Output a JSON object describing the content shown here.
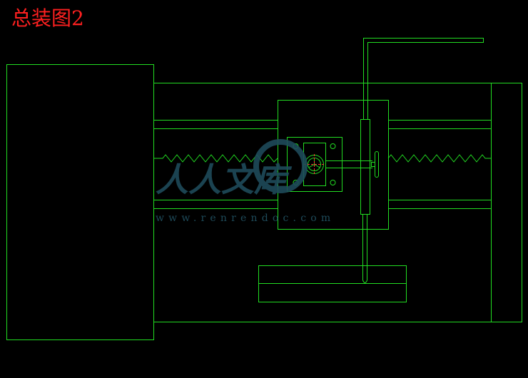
{
  "title": "总装图2",
  "watermark": {
    "brand": "人人文库",
    "url": "www.renrendoc.com"
  },
  "colors": {
    "background": "#000000",
    "line": "#22dd22",
    "title": "#ff2020",
    "watermark": "#1e4b5a"
  }
}
